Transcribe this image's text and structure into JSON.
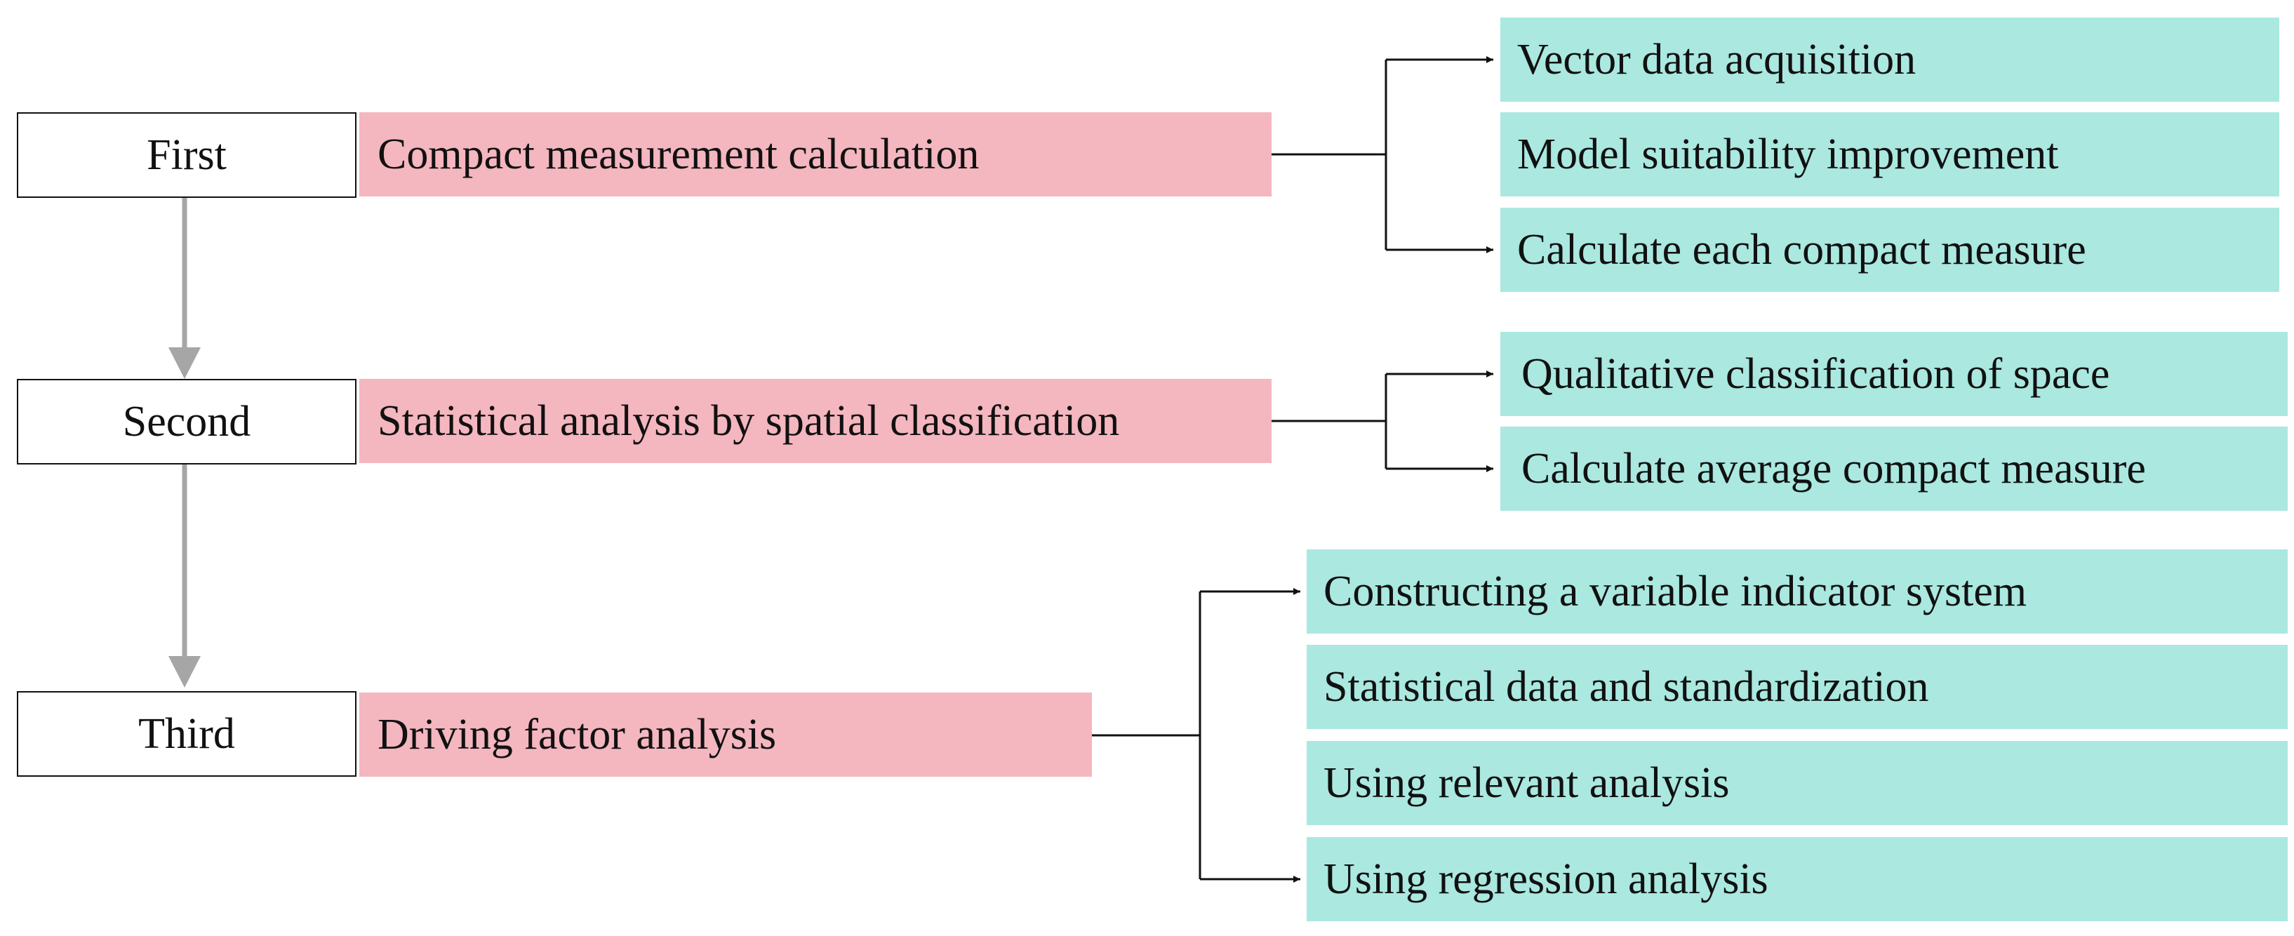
{
  "steps": [
    {
      "stage": "First",
      "task": "Compact measurement calculation",
      "subtasks": [
        "Vector data acquisition",
        "Model suitability improvement",
        "Calculate each compact measure"
      ]
    },
    {
      "stage": "Second",
      "task": "Statistical analysis by spatial classification",
      "subtasks": [
        "Qualitative classification of space",
        "Calculate average compact measure"
      ]
    },
    {
      "stage": "Third",
      "task": "Driving factor analysis",
      "subtasks": [
        "Constructing a variable indicator system",
        "Statistical data and standardization",
        "Using relevant analysis",
        "Using regression analysis"
      ]
    }
  ],
  "colors": {
    "task_fill": "#f4b6bf",
    "subtask_fill": "#aae8e0",
    "stage_fill": "#ffffff",
    "stage_arrow": "#a6a6a6",
    "connector": "#111111"
  }
}
